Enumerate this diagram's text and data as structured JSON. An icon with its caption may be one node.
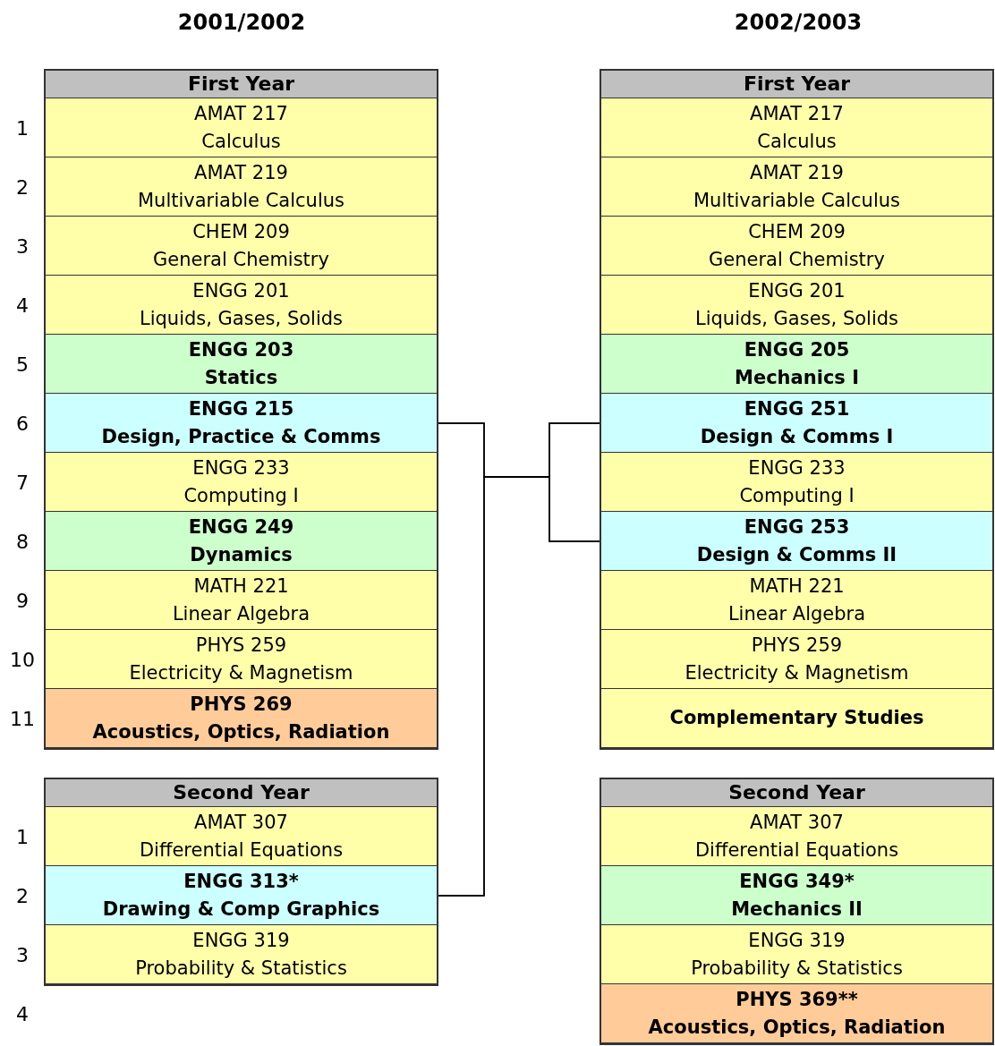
{
  "diagram": {
    "nodes": [
      {
        "text": [
          "First Year"
        ]
      },
      {
        "text": [
          "AMAT 217",
          "Calculus"
        ],
        "in": 0
      },
      {
        "text": [
          "AMAT 219",
          "Multivariable Calculus"
        ],
        "in": 0
      },
      {
        "text": [
          "CHEM 209",
          "General Chemistry"
        ],
        "in": 0
      },
      {
        "text": [
          "ENGG 201",
          "Liquids, Gases, Solids"
        ],
        "in": 0
      },
      {
        "text": [
          "ENGG 203",
          "Statics"
        ],
        "in": 0
      },
      {
        "text": [
          "ENGG 215",
          "Design, Practice & Comms"
        ],
        "in": 0
      },
      {
        "text": [
          "ENGG 233",
          "Computing I"
        ],
        "in": 0
      },
      {
        "text": [
          "ENGG 249",
          "Dynamics"
        ],
        "in": 0
      },
      {
        "text": [
          "MATH 221",
          "Linear Algebra"
        ],
        "in": 0
      },
      {
        "text": [
          "PHYS 259",
          "Electricity & Magnetism"
        ],
        "in": 0
      },
      {
        "text": [
          "PHYS 269",
          "Acoustics, Optics, Radiation"
        ],
        "in": 0
      },
      {
        "text": [
          "First Year"
        ]
      },
      {
        "text": [
          "AMAT 217",
          "Calculus"
        ],
        "in": 12
      },
      {
        "text": [
          "AMAT 219",
          "Multivariable Calculus"
        ],
        "in": 12
      },
      {
        "text": [
          "CHEM 209",
          "General Chemistry"
        ],
        "in": 12
      },
      {
        "text": [
          "ENGG 201",
          "Liquids, Gases, Solids"
        ],
        "in": 12
      },
      {
        "text": [
          "ENGG 205",
          "Mechanics I"
        ],
        "in": 12
      },
      {
        "text": [
          "ENGG 251",
          "Design & Comms I"
        ],
        "in": 12
      },
      {
        "text": [
          "ENGG 233",
          "Computing I"
        ],
        "in": 12
      },
      {
        "text": [
          "ENGG 253",
          "Design & Comms II"
        ],
        "in": 12
      },
      {
        "text": [
          "MATH 221",
          "Linear Algebra"
        ],
        "in": 12
      },
      {
        "text": [
          "PHYS 259",
          "Electricity & Magnetism"
        ],
        "in": 12
      },
      {
        "text": [
          "Complementary Studies"
        ],
        "in": 12
      },
      {
        "text": [
          "Second Year"
        ]
      },
      {
        "text": [
          "AMAT 307",
          "Differential Equations"
        ],
        "in": 24
      },
      {
        "text": [
          "ENGG 313*",
          "Drawing & Comp Graphics"
        ],
        "in": 24
      },
      {
        "text": [
          "ENGG 319",
          "Probability & Statistics"
        ],
        "in": 24
      },
      {
        "text": [
          "Second Year"
        ]
      },
      {
        "text": [
          "AMAT 307",
          "Differential Equations"
        ],
        "in": 28
      },
      {
        "text": [
          "ENGG 349*",
          "Mechanics II"
        ],
        "in": 28
      },
      {
        "text": [
          "ENGG 319",
          "Probability & Statistics"
        ],
        "in": 28
      },
      {
        "text": [
          "PHYS 369**",
          "Acoustics, Optics, Radiation"
        ],
        "in": 28
      }
    ],
    "edges": [
      {
        "from": 6,
        "to": 18,
        "arrow": "none"
      },
      {
        "from": 6,
        "to": 20,
        "arrow": "none"
      },
      {
        "from": 26,
        "to": 18,
        "arrow": "none"
      },
      {
        "from": 26,
        "to": 20,
        "arrow": "none"
      }
    ],
    "labels": [
      "2001/2002",
      "2002/2003",
      "1",
      "2",
      "3",
      "4",
      "5",
      "6",
      "7",
      "8",
      "9",
      "10",
      "11",
      "1",
      "2",
      "3",
      "4"
    ]
  }
}
